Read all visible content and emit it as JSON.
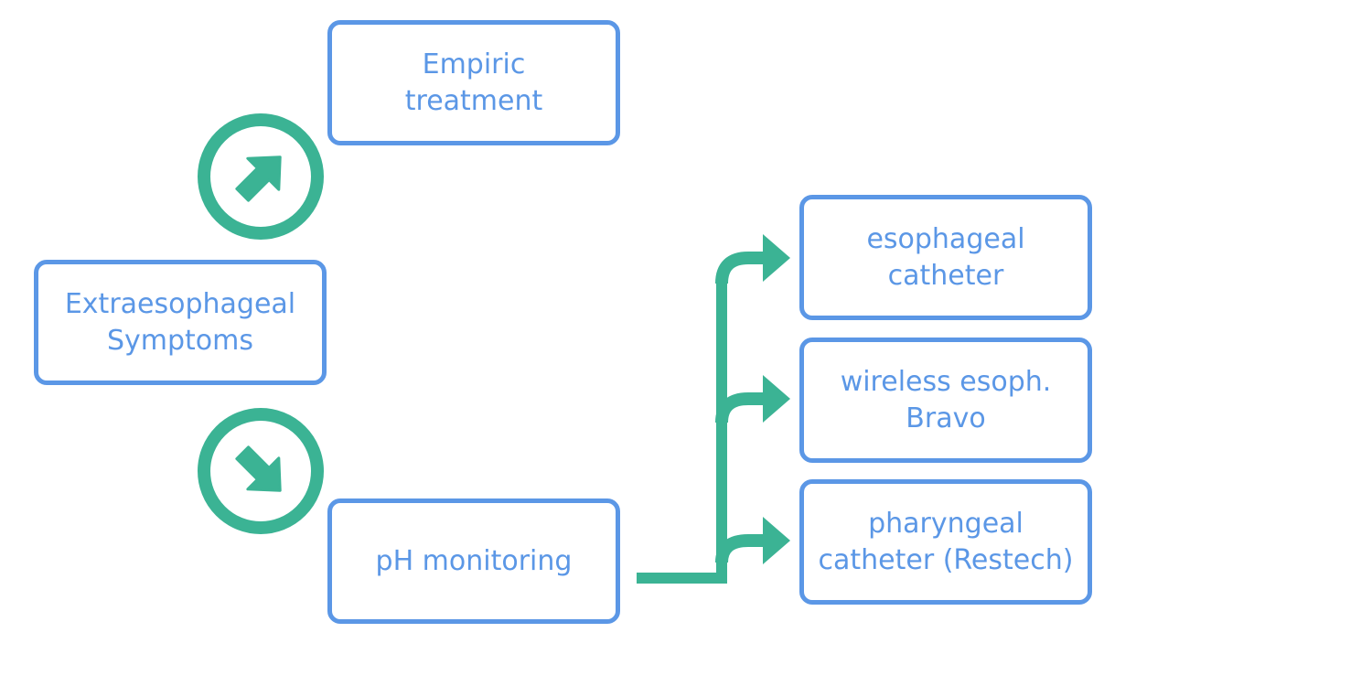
{
  "colors": {
    "box_border": "#5b97e6",
    "text": "#5b97e6",
    "arrow": "#3bb394"
  },
  "nodes": {
    "empiric": "Empiric\ntreatment",
    "extra": "Extraesophageal\nSymptoms",
    "ph": "pH monitoring",
    "esoph_cath": "esophageal\ncatheter",
    "wireless": "wireless esoph.\nBravo",
    "pharyngeal": "pharyngeal\ncatheter (Restech)"
  },
  "icons": {
    "up": "arrow-up-right-circle-icon",
    "down": "arrow-down-right-circle-icon"
  }
}
